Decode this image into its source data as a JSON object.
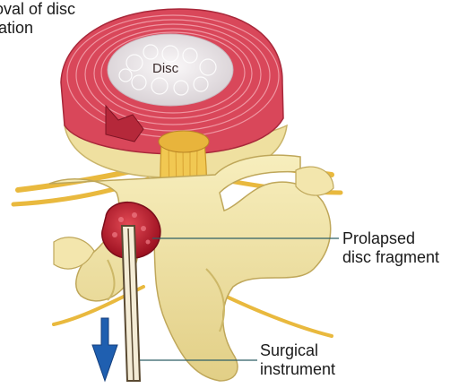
{
  "title_lines": [
    "oval of disc",
    "iation"
  ],
  "labels": {
    "disc": "Disc",
    "prolapsed_line1": "Prolapsed",
    "prolapsed_line2": "disc fragment",
    "instrument_line1": "Surgical",
    "instrument_line2": "instrument"
  },
  "colors": {
    "annulus": "#d9475a",
    "nucleus": "#ece7e8",
    "bone": "#f1e3a6",
    "bone_shadow": "#cdb868",
    "nerve": "#f0c24a",
    "fragment": "#c81d2e",
    "instrument": "#5a4a32",
    "label_line": "#2f5f66",
    "arrow": "#1f5fb0"
  }
}
